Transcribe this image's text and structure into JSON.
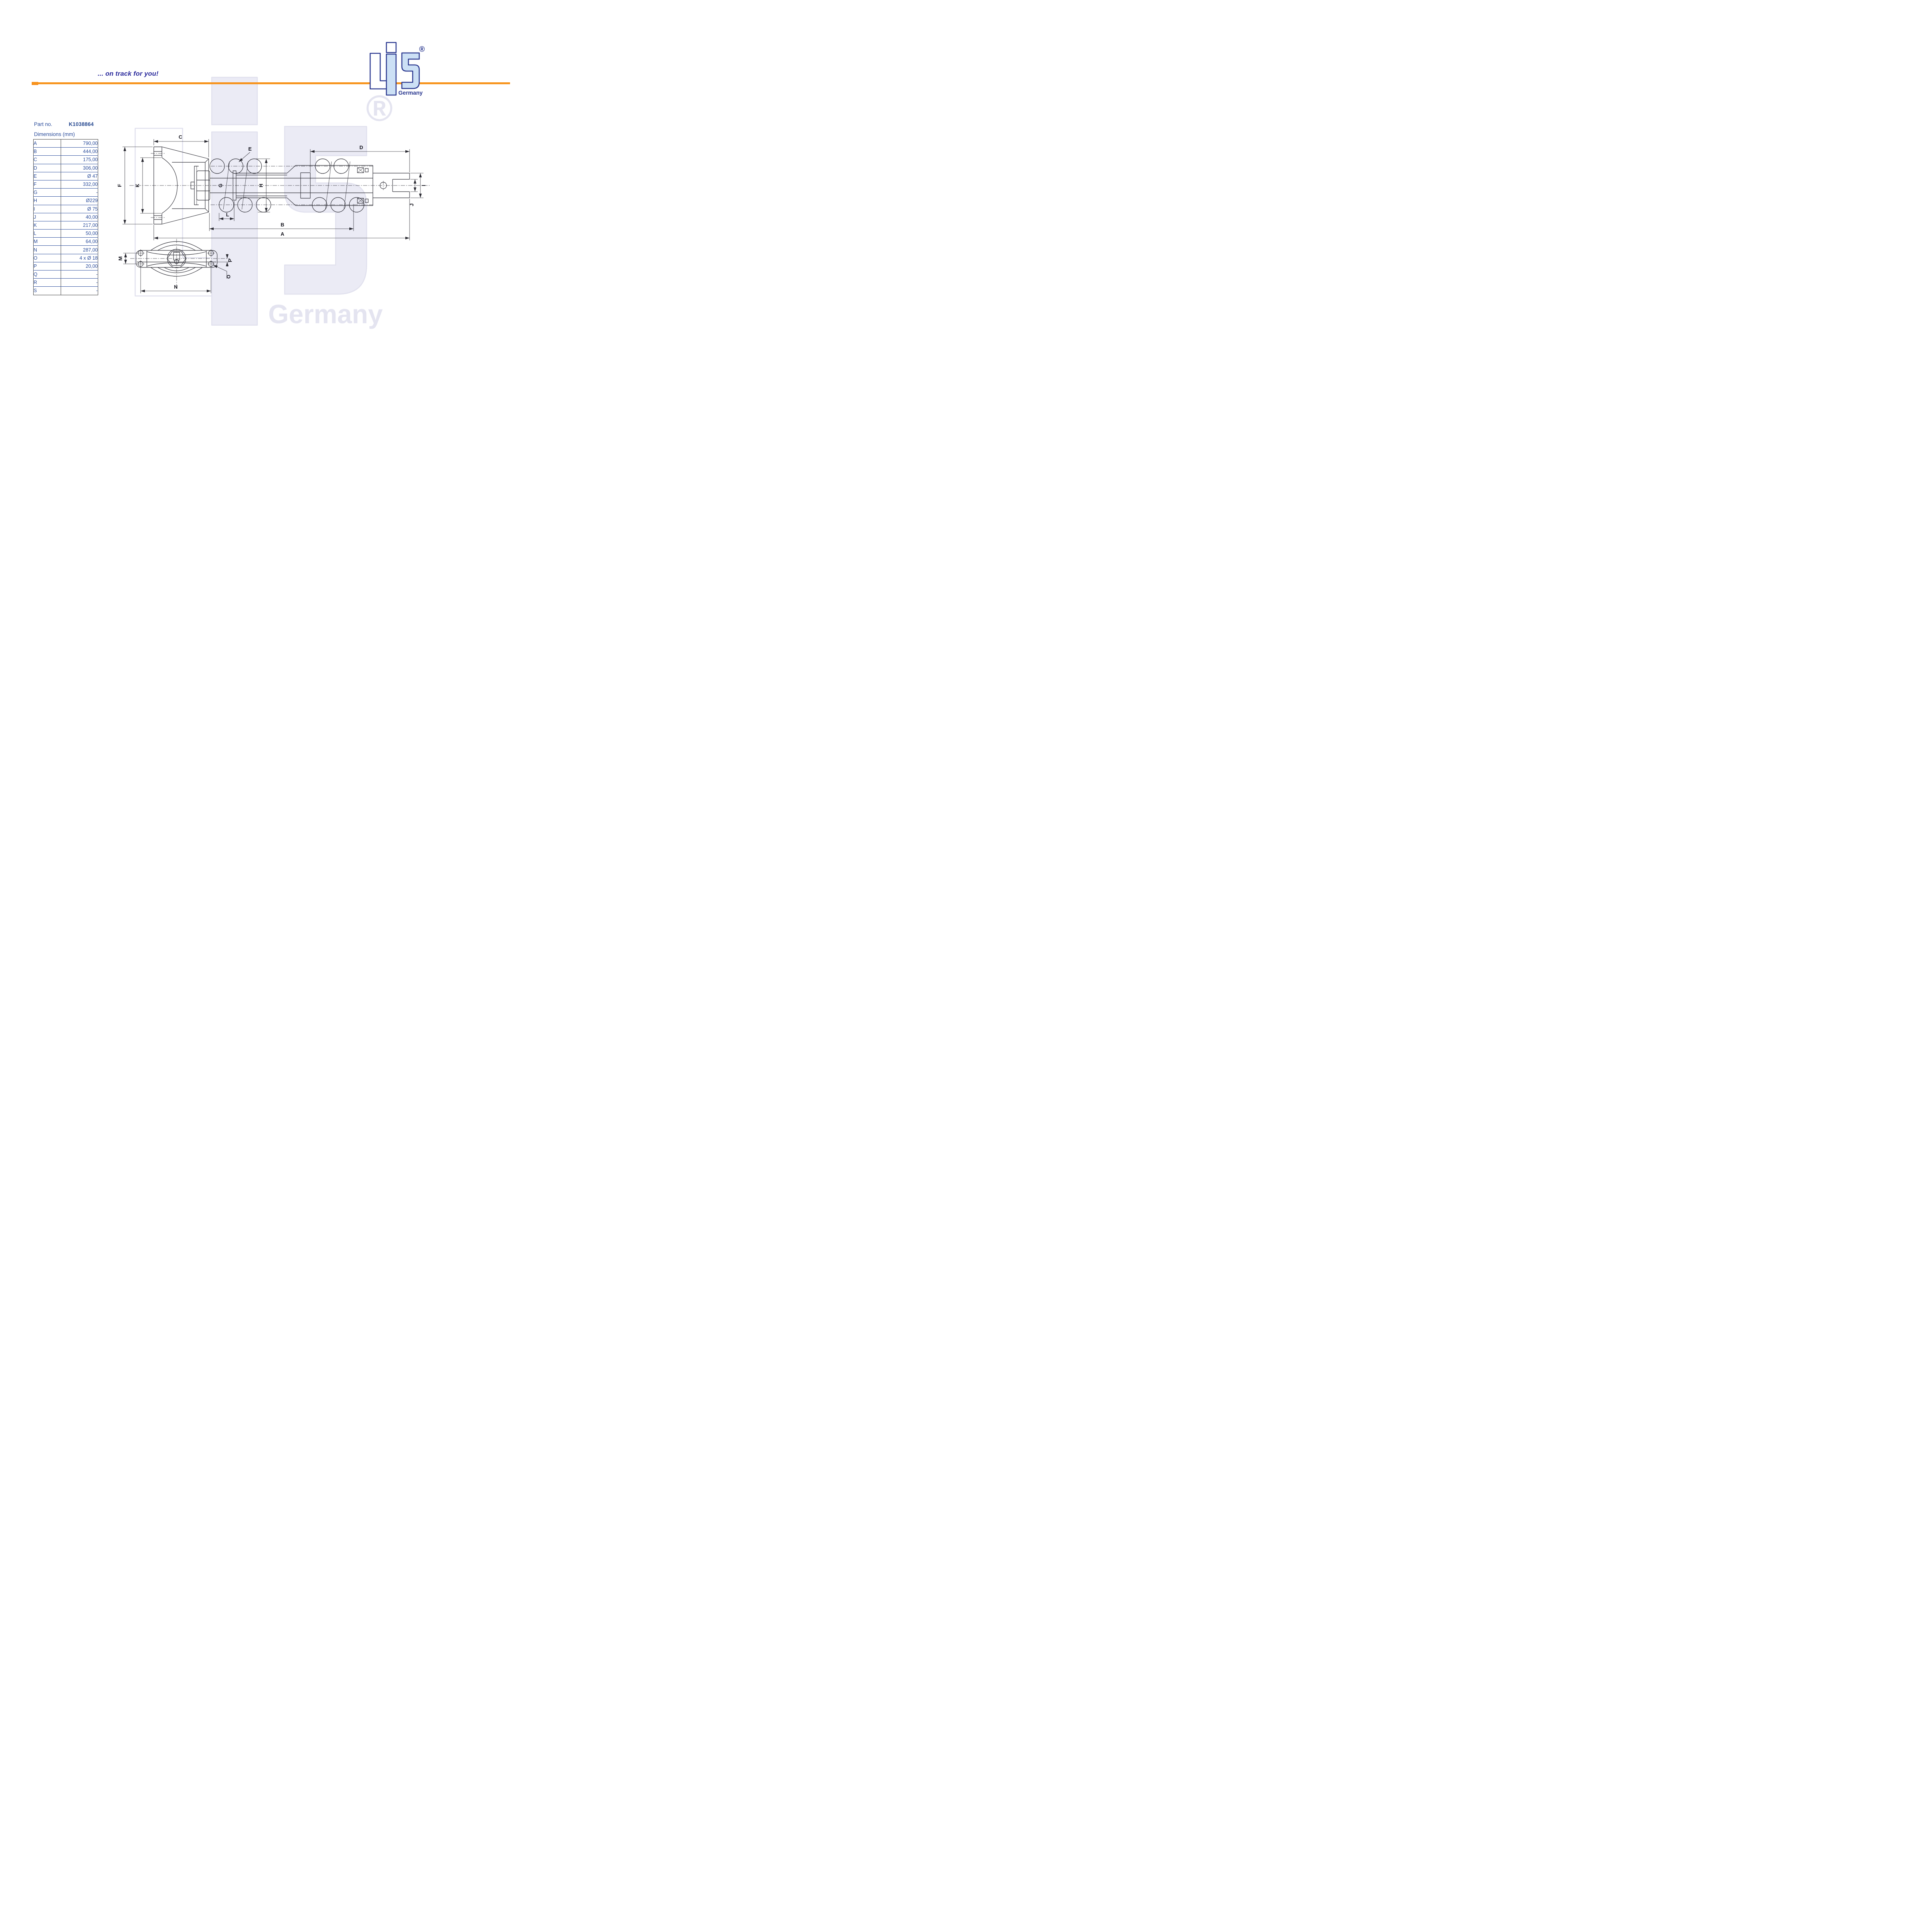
{
  "brand": {
    "slogan": "... on track for you!",
    "logo": {
      "registered": "®",
      "country": "Germany"
    }
  },
  "part": {
    "label": "Part no.",
    "number": "K1038864",
    "dimensions_label": "Dimensions (mm)"
  },
  "table": {
    "rows": [
      {
        "key": "A",
        "value": "790,00"
      },
      {
        "key": "B",
        "value": "444,00"
      },
      {
        "key": "C",
        "value": "175,00"
      },
      {
        "key": "D",
        "value": "306,00"
      },
      {
        "key": "E",
        "value": "Ø 47"
      },
      {
        "key": "F",
        "value": "332,00"
      },
      {
        "key": "G",
        "value": "-"
      },
      {
        "key": "H",
        "value": "Ø229"
      },
      {
        "key": "I",
        "value": "Ø 75"
      },
      {
        "key": "J",
        "value": "40,00"
      },
      {
        "key": "K",
        "value": "217,00"
      },
      {
        "key": "L",
        "value": "50,00"
      },
      {
        "key": "M",
        "value": "64,00"
      },
      {
        "key": "N",
        "value": "287,00"
      },
      {
        "key": "O",
        "value": "4 x Ø 18"
      },
      {
        "key": "P",
        "value": "20,00"
      },
      {
        "key": "Q",
        "value": "-"
      },
      {
        "key": "R",
        "value": "-"
      },
      {
        "key": "S",
        "value": "-"
      }
    ]
  },
  "drawing": {
    "labels": {
      "A": "A",
      "B": "B",
      "C": "C",
      "D": "D",
      "E": "E",
      "F": "F",
      "G": "G",
      "H": "H",
      "I": "I",
      "J": "J",
      "K": "K",
      "L": "L",
      "M": "M",
      "N": "N",
      "O": "O",
      "P": "P"
    }
  },
  "colors": {
    "orange": "#F7941D",
    "navy": "#2B3990",
    "table_text": "#2A4C9B",
    "drawing_line": "#2B2B33",
    "logo_lightblue": "#CCE0F5",
    "watermark_fill": "#EBEBF5"
  }
}
